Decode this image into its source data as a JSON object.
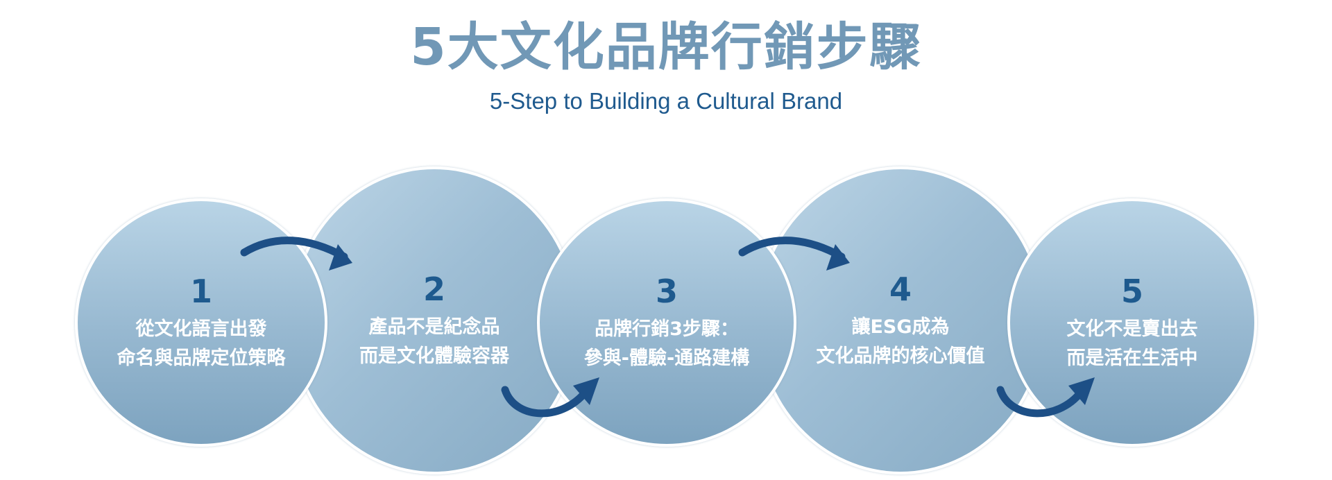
{
  "header": {
    "title": "5大文化品牌行銷步驟",
    "subtitle": "5-Step to Building a Cultural Brand"
  },
  "steps": [
    {
      "number": "1",
      "line1": "從文化語言出發",
      "line2": "命名與品牌定位策略"
    },
    {
      "number": "2",
      "line1": "產品不是紀念品",
      "line2": "而是文化體驗容器"
    },
    {
      "number": "3",
      "line1": "品牌行銷3步驟：",
      "line2": "參與-體驗-通路建構"
    },
    {
      "number": "4",
      "line1": "讓ESG成為",
      "line2": "文化品牌的核心價值"
    },
    {
      "number": "5",
      "line1": "文化不是賣出去",
      "line2": "而是活在生活中"
    }
  ],
  "colors": {
    "title": "#7198b6",
    "subtitle": "#1f5a8e",
    "step_number": "#1e5a8e",
    "arrow": "#1d4f86",
    "circle_light": "#b9d4e6",
    "circle_dark": "#7da3bf"
  }
}
